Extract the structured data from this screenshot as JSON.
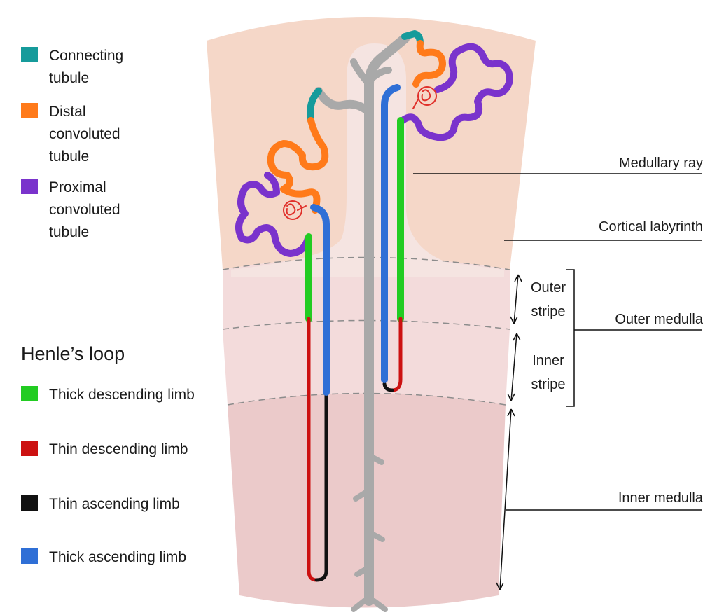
{
  "legend": [
    {
      "key": "connecting_tubule",
      "label": "Connecting tubule",
      "color": "#169b9b"
    },
    {
      "key": "distal_convoluted_tubule",
      "label": "Distal convoluted tubule",
      "color": "#ff7a1a"
    },
    {
      "key": "proximal_convoluted_tubule",
      "label": "Proximal convoluted tubule",
      "color": "#7a33cc"
    }
  ],
  "henle": {
    "title": "Henle’s loop",
    "items": [
      {
        "key": "thick_descending_limb",
        "label": "Thick descending limb",
        "color": "#22cc22"
      },
      {
        "key": "thin_descending_limb",
        "label": "Thin descending limb",
        "color": "#cc1111"
      },
      {
        "key": "thin_ascending_limb",
        "label": "Thin ascending limb",
        "color": "#111111"
      },
      {
        "key": "thick_ascending_limb",
        "label": "Thick ascending limb",
        "color": "#2f6fd6"
      }
    ]
  },
  "zones": {
    "medullary_ray": "Medullary ray",
    "cortical_labyrinth": "Cortical labyrinth",
    "outer_medulla": "Outer medulla",
    "inner_medulla": "Inner medulla",
    "outer_stripe": "Outer stripe",
    "inner_stripe": "Inner stripe"
  },
  "colors": {
    "cortex": "#f5d7c8",
    "medullary_ray": "#f5e4e1",
    "outer_medulla": "#f3dbdb",
    "inner_medulla": "#ebcaca",
    "collecting_duct": "#a9a9a9",
    "glomerulus": "#e0302a"
  }
}
